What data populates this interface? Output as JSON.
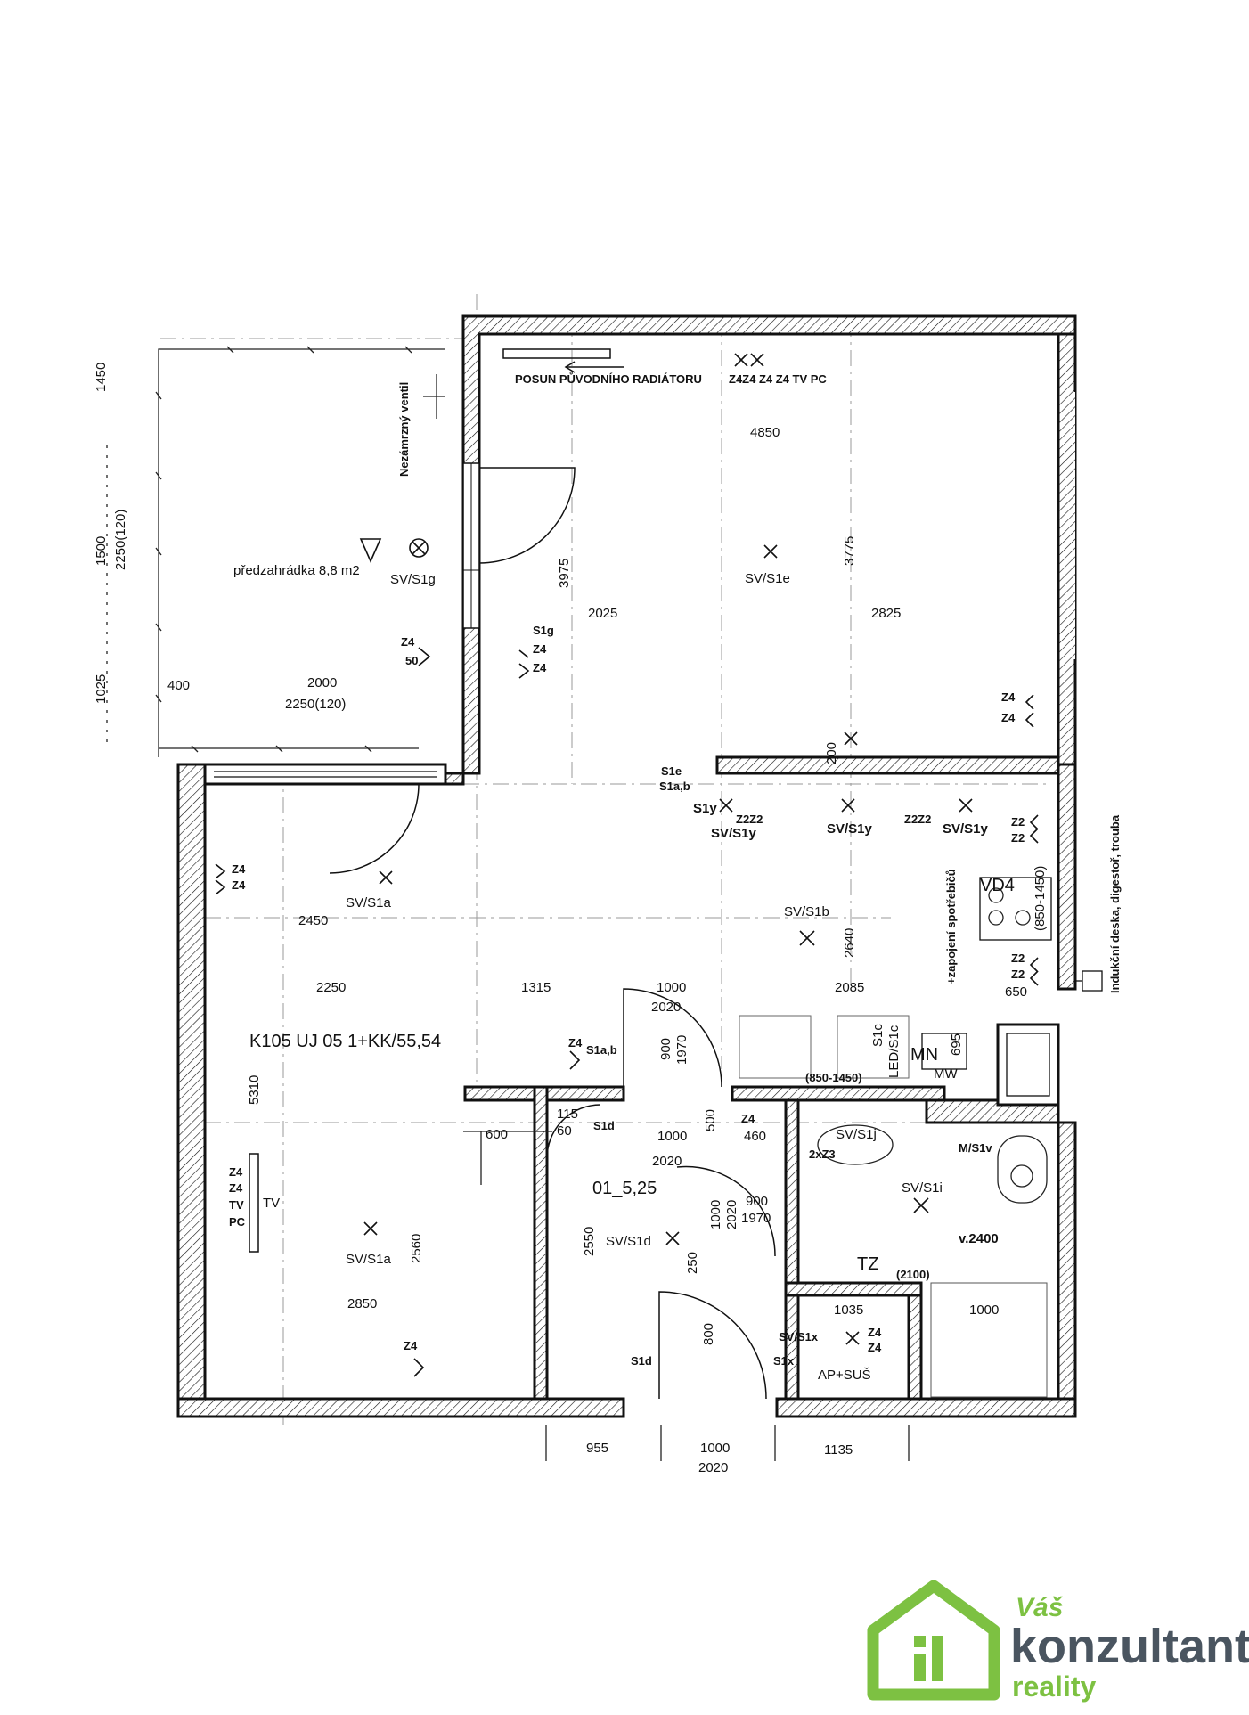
{
  "plan": {
    "unit_title": "K105  UJ 05 1+KK/55,54",
    "bathroom_room": "01_5,25",
    "garden_label": "předzahrádka 8,8 m2",
    "radiator_note": "POSUN PŮVODNÍHO RADIÁTORU",
    "frost_valve": "Nezámrzný ventil",
    "appliance_note": "+zapojení spotřebičů",
    "hob_note": "Indukční deska, digestoř, trouba",
    "tv_wall_top": "Z4Z4 Z4 Z4  TV PC",
    "tv_label": "TV",
    "vd4": "VD4",
    "mn": "MN",
    "mw": "MW",
    "tz": "TZ",
    "ap_sus": "AP+SUŠ",
    "v2400": "v.2400",
    "heights": {
      "range_1": "(850-1450)",
      "range_2": "(850-1450)",
      "tz_height": "(2100)"
    },
    "lights": {
      "s1g": "SV/S1g",
      "s1e": "SV/S1e",
      "s1a_top": "SV/S1a",
      "s1b": "SV/S1b",
      "s1y_1": "SV/S1y",
      "s1y_2": "SV/S1y",
      "s1y_3": "SV/S1y",
      "s1a_bottom": "SV/S1a",
      "s1d": "SV/S1d",
      "s1j": "SV/S1j",
      "s1i": "SV/S1i",
      "s1x": "SV/S1x",
      "led_s1c": "LED/S1c",
      "m_s1v": "M/S1v"
    },
    "switches": {
      "s1g": "S1g",
      "s1e": "S1e",
      "s1ab": "S1a,b",
      "s1ab_2": "S1a,b",
      "s1y": "S1y",
      "s1d_1": "S1d",
      "s1d_2": "S1d",
      "s1x": "S1x",
      "s1c": "S1c"
    },
    "sockets": {
      "z4_garden": "Z4",
      "z4_50": "50",
      "z4_hall_a": "Z4",
      "z4_hall_b": "Z4",
      "z4_right_a": "Z4",
      "z4_right_b": "Z4",
      "z4_left_a": "Z4",
      "z4_left_b": "Z4",
      "z4_tv_a": "Z4",
      "z4_tv_b": "Z4",
      "tv_b": "TV",
      "pc_b": "PC",
      "z4_bottom": "Z4",
      "z4_door": "Z4",
      "z4_bath": "Z4",
      "z4_ut_a": "Z4",
      "z4_ut_b": "Z4",
      "z2_group_1": "Z2Z2",
      "z2_group_2": "Z2Z2",
      "z2_k1": "Z2",
      "z2_k2": "Z2",
      "z2_k3": "Z2",
      "z2_k4": "Z2",
      "z2x3": "2xZ3"
    },
    "dimensions": {
      "d1450": "1450",
      "d1500": "1500",
      "d2250_120_v": "2250(120)",
      "d1025": "1025",
      "d400": "400",
      "d2000": "2000",
      "d2250_120": "2250(120)",
      "d4850": "4850",
      "d3975": "3975",
      "d3775": "3775",
      "d2025": "2025",
      "d2825": "2825",
      "d200": "200",
      "d2450": "2450",
      "d2640": "2640",
      "d2250": "2250",
      "d1315": "1315",
      "d1000_a": "1000",
      "d2020_a": "2020",
      "d2085": "2085",
      "d650": "650",
      "d695": "695",
      "d900_a": "900",
      "d1970_a": "1970",
      "d5310": "5310",
      "d600": "600",
      "d115": "115",
      "d60": "60",
      "d1000_b": "1000",
      "d500": "500",
      "d460": "460",
      "d2020_b": "2020",
      "d1000_c": "1000",
      "d2020_c": "2020",
      "d900_b": "900",
      "d1970_b": "1970",
      "d2550": "2550",
      "d2560": "2560",
      "d250": "250",
      "d2850": "2850",
      "d800": "800",
      "d1035": "1035",
      "d1000_d": "1000",
      "d955": "955",
      "d1000_e": "1000",
      "d2020_e": "2020",
      "d1135": "1135"
    }
  },
  "brand": {
    "line1": "Váš",
    "line2": "konzultant",
    "line3": "reality",
    "color_green": "#7dc142",
    "color_dark": "#4a5560"
  }
}
